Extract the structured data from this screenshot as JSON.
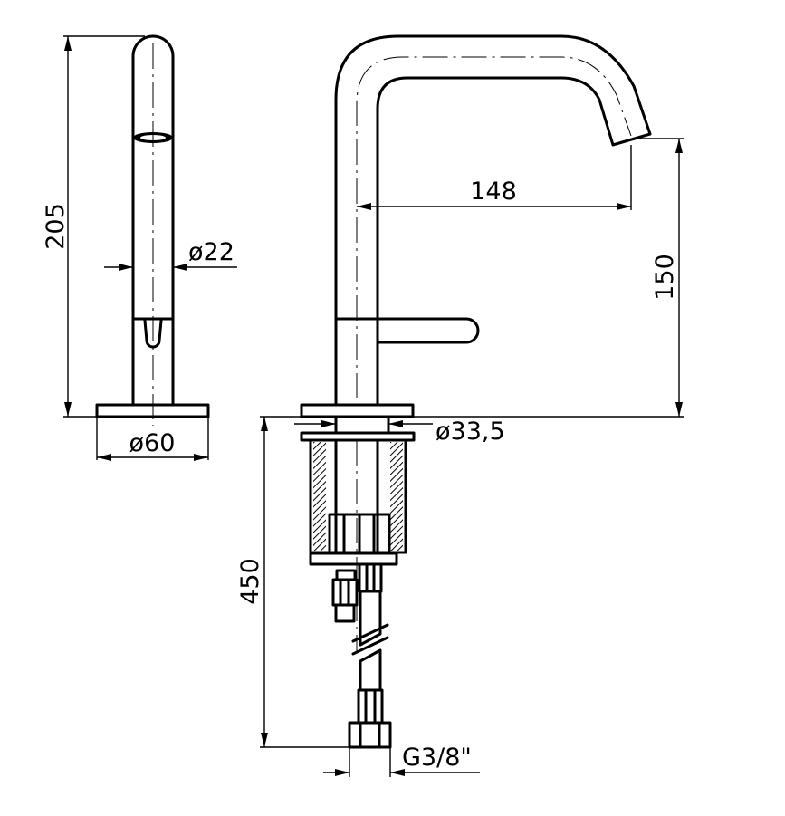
{
  "dimensions": {
    "height_total": "205",
    "pipe_diameter": "ø22",
    "base_diameter": "ø60",
    "spout_reach": "148",
    "spout_height": "150",
    "shank_diameter": "ø33,5",
    "hose_length": "450",
    "connection_thread": "G3/8\""
  }
}
